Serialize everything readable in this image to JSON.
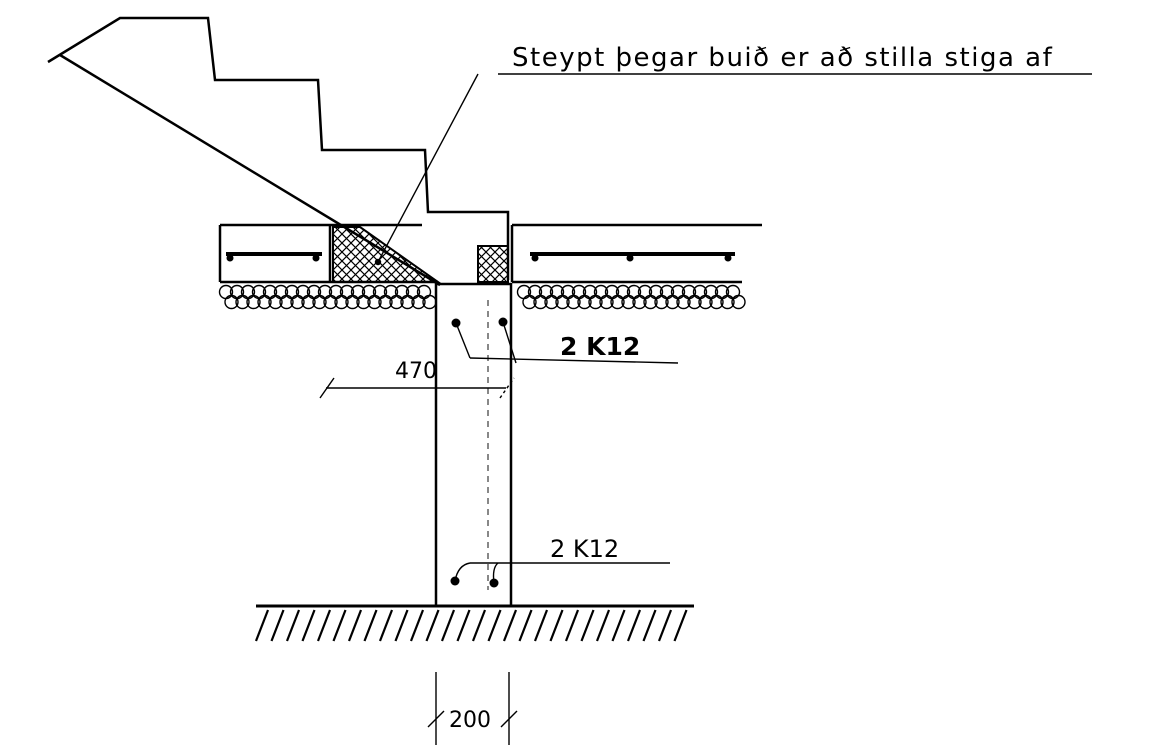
{
  "drawing": {
    "note_text": "Steypt þegar buið er að stilla stiga af",
    "rebar_top_text": "2 K12",
    "rebar_bottom_text": "2 K12",
    "dim_horizontal_text": "470",
    "dim_width_text": "200"
  }
}
